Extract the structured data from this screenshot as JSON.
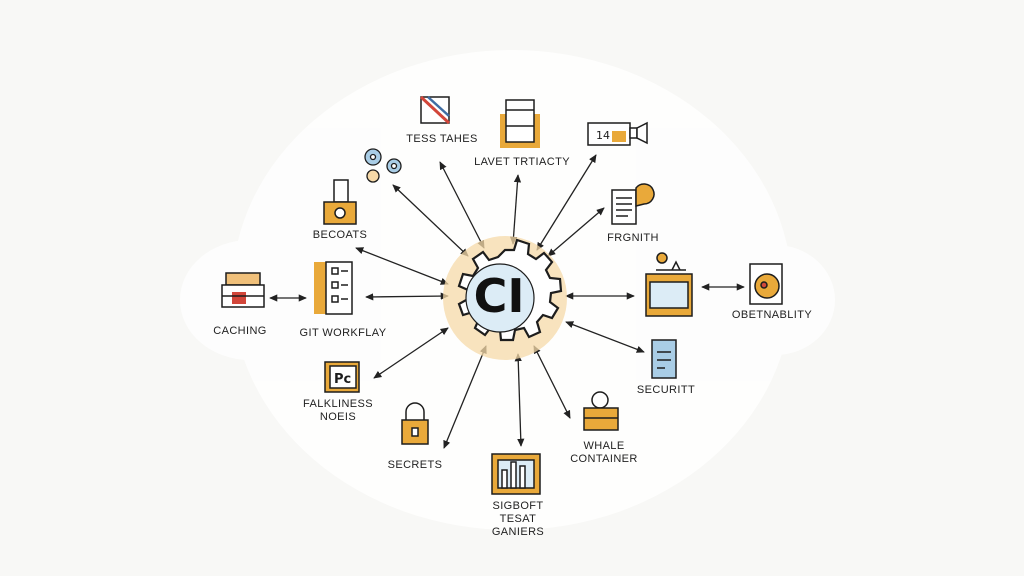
{
  "hub": {
    "label": "CI"
  },
  "nodes": [
    {
      "id": "tess-tahes",
      "label": "TESS TAHES",
      "icon": "flag-icon"
    },
    {
      "id": "lavet",
      "label": "LAVET TRTIACTY",
      "icon": "database-icon"
    },
    {
      "id": "camera",
      "label": "",
      "icon": "camera-icon"
    },
    {
      "id": "gears",
      "label": "",
      "icon": "gears-icon"
    },
    {
      "id": "frgnith",
      "label": "FRGNITH",
      "icon": "document-icon"
    },
    {
      "id": "becoats",
      "label": "BECOATS",
      "icon": "badge-icon"
    },
    {
      "id": "caching",
      "label": "CACHING",
      "icon": "server-icon"
    },
    {
      "id": "git-workflay",
      "label": "GIT WORKFLAY",
      "icon": "checklist-icon"
    },
    {
      "id": "deploy-box",
      "label": "",
      "icon": "box-icon"
    },
    {
      "id": "obetnablity",
      "label": "OBETNABLITY",
      "icon": "monitor-icon"
    },
    {
      "id": "securitt",
      "label": "SECURITT",
      "icon": "device-icon"
    },
    {
      "id": "falklines",
      "label": "FALKLINESS NOEIS",
      "icon": "pc-icon"
    },
    {
      "id": "secrets",
      "label": "SECRETS",
      "icon": "lock-icon"
    },
    {
      "id": "sigboft",
      "label": "SIGBOFT TESAT GANIERS",
      "icon": "chart-icon"
    },
    {
      "id": "whale",
      "label": "WHALE CONTAINER",
      "icon": "container-icon"
    }
  ],
  "colors": {
    "accent": "#e9a93a",
    "accent_light": "#f6d9a8",
    "blue": "#a9cde6",
    "ink": "#1d1d1d",
    "background": "#f8f8f6"
  }
}
